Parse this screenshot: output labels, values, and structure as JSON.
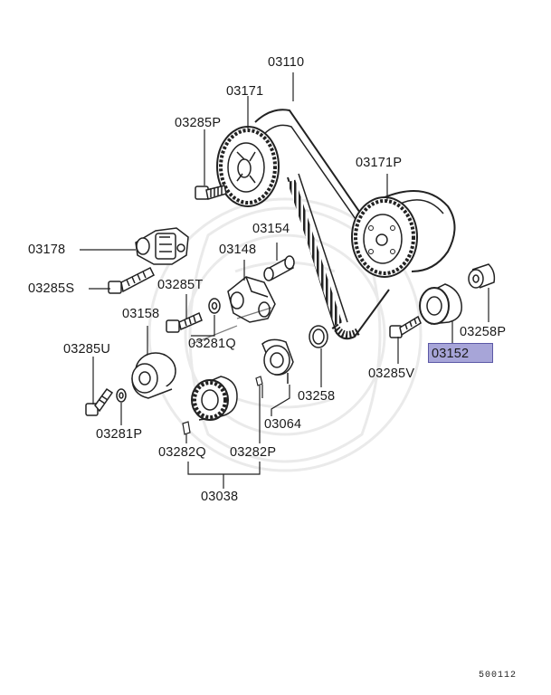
{
  "labels": {
    "p03110": "03110",
    "p03171": "03171",
    "p03285P": "03285P",
    "p03171P": "03171P",
    "p03154": "03154",
    "p03178": "03178",
    "p03148": "03148",
    "p03285S": "03285S",
    "p03285T": "03285T",
    "p03158": "03158",
    "p03281Q": "03281Q",
    "p03258P": "03258P",
    "p03152": "03152",
    "p03285U": "03285U",
    "p03285V": "03285V",
    "p03258": "03258",
    "p03281P": "03281P",
    "p03064": "03064",
    "p03282Q": "03282Q",
    "p03282P": "03282P",
    "p03038": "03038"
  },
  "highlighted_part": "03152",
  "highlight_color": "#a7a5d8",
  "diagram_code": "500112"
}
